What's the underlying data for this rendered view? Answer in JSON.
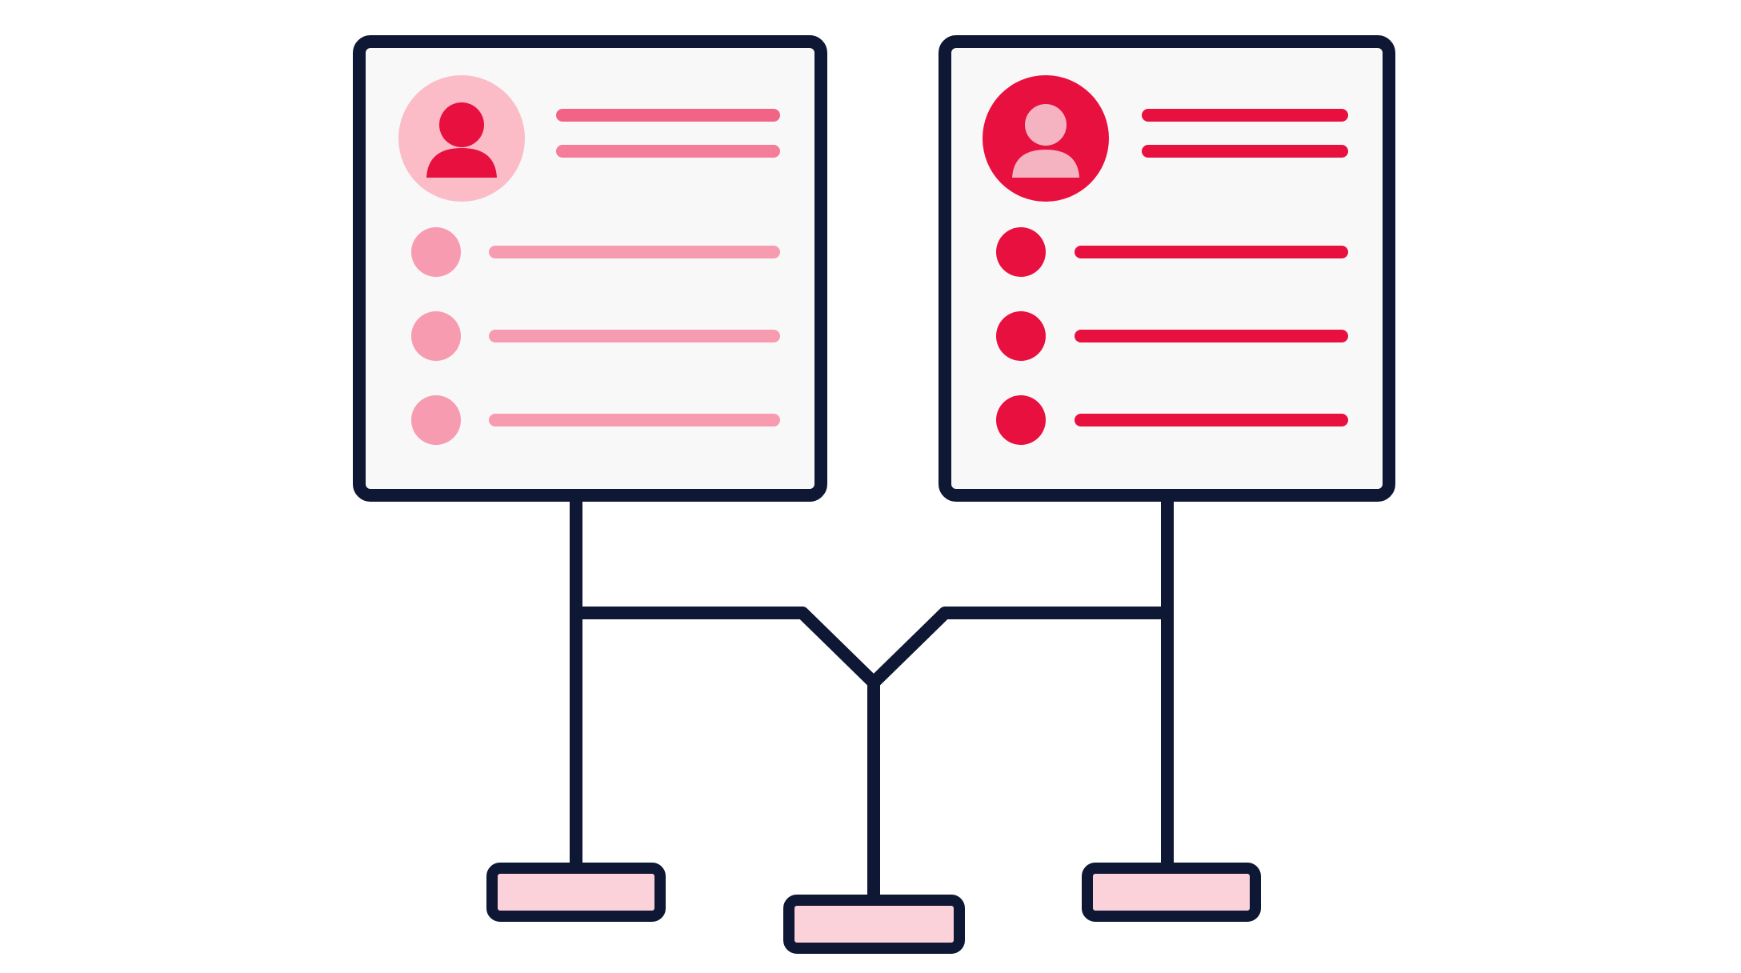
{
  "colors": {
    "background": "#ffffff",
    "outline": "#0e1733",
    "card_fill": "#f8f8f8",
    "left_card": {
      "avatar_bg": "#fbbcc7",
      "avatar_icon": "#e8103f",
      "header_line_1": "#f26485",
      "header_line_2": "#f47e99",
      "row_dot": "#f79bb0",
      "row_line": "#f79bb0"
    },
    "right_card": {
      "avatar_bg": "#e8103f",
      "avatar_icon": "#f5b3c2",
      "header_line_1": "#e8103f",
      "header_line_2": "#e8103f",
      "row_dot": "#e8103f",
      "row_line": "#e8103f"
    },
    "base_fill": "#fcd2da"
  },
  "icons": {
    "left_card_avatar": "user-icon",
    "right_card_avatar": "user-icon"
  },
  "left_card": {
    "list_rows": 3
  },
  "right_card": {
    "list_rows": 3
  },
  "bases": 3
}
